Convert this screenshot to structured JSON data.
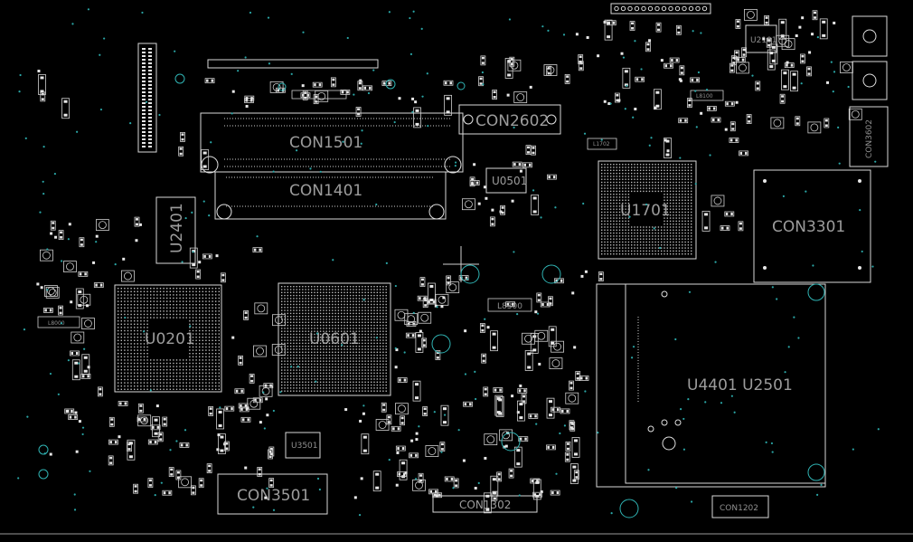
{
  "labels": {
    "con1501": "CON1501",
    "con1401": "CON1401",
    "con2602": "CON2602",
    "con3301": "CON3301",
    "con3501": "CON3501",
    "con1302": "CON1302",
    "con1202": "CON1202",
    "con3602": "CON3602",
    "u0501": "U0501",
    "u1701": "U1701",
    "u2401": "U2401",
    "u0601": "U0601",
    "u0201": "U0201",
    "u4401_2501": "U4401 U2501",
    "u3501": "U3501",
    "u2101": "U2101",
    "l8100": "L8100",
    "l8300": "L8300",
    "l8000": "L8000",
    "l1702": "L1702"
  }
}
